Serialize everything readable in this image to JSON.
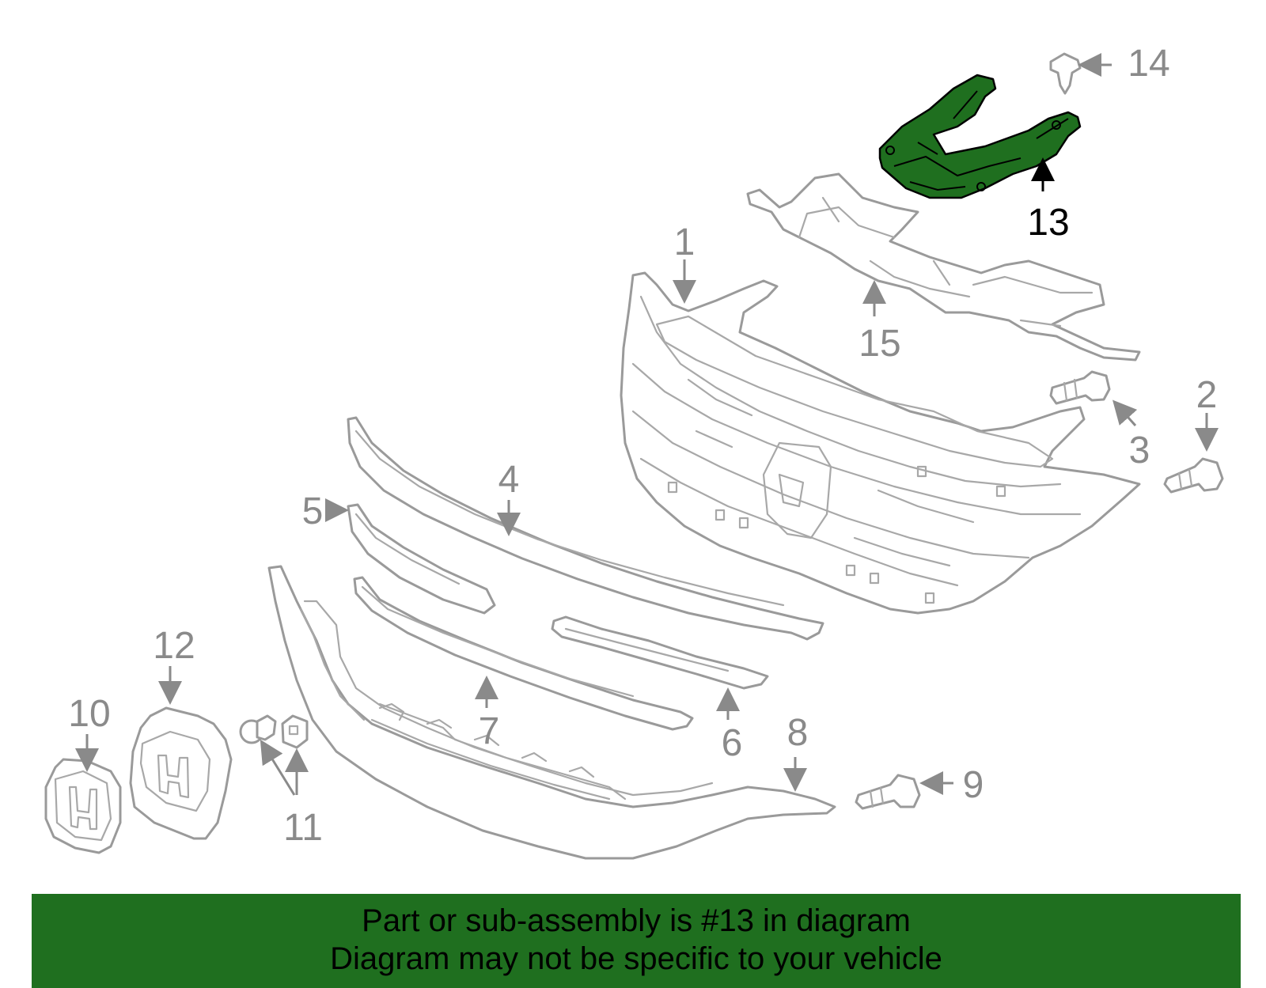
{
  "diagram": {
    "callouts": [
      "1",
      "2",
      "3",
      "4",
      "5",
      "6",
      "7",
      "8",
      "9",
      "10",
      "11",
      "12",
      "13",
      "14",
      "15"
    ],
    "highlighted_part": "13",
    "highlight_color": "#1f6f1f",
    "banner_color": "#1f6f1f"
  },
  "banner": {
    "line1": "Part or sub-assembly is #13 in diagram",
    "line2": "Diagram may not be specific to your vehicle"
  }
}
